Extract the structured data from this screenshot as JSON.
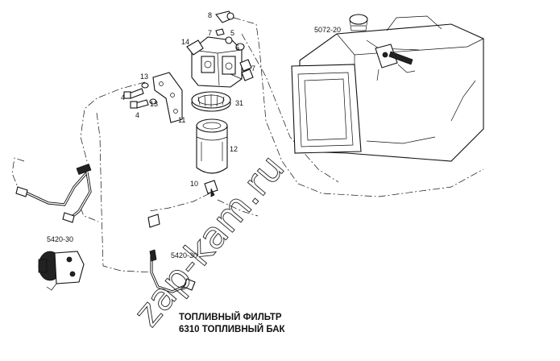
{
  "callouts": {
    "c8": "8",
    "c7a": "7",
    "c5": "5",
    "c14": "14",
    "c6": "6",
    "c7b": "7",
    "c13a": "13",
    "c4a": "4",
    "c13b": "13",
    "c4b": "4",
    "c31": "31",
    "c11": "11",
    "c12": "12",
    "c10": "10"
  },
  "references": {
    "tank_ref": "5072-20",
    "pump_ref": "5420-30",
    "line_ref": "5420-30"
  },
  "caption": {
    "line1": "ТОПЛИВНЫЙ ФИЛЬТР",
    "line2": "6310  ТОПЛИВНЫЙ БАК"
  },
  "watermark": "zap-kam.ru"
}
